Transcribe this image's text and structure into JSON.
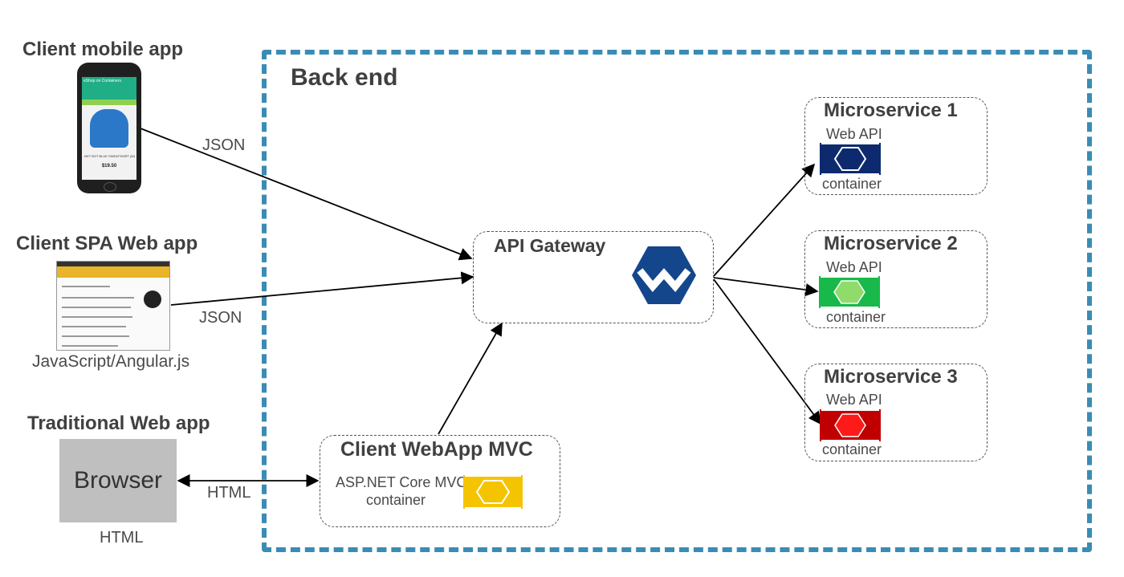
{
  "backend": {
    "title": "Back end"
  },
  "clients": {
    "mobile": {
      "title": "Client mobile app",
      "screen_header": "eShop on Containers",
      "product_name": ".NET BOT BLUE SWEATSHIRT (M)",
      "price": "$19.50"
    },
    "spa": {
      "title": "Client SPA Web app",
      "caption": "JavaScript/Angular.js"
    },
    "traditional": {
      "title": "Traditional Web app",
      "browser_label": "Browser",
      "caption": "HTML"
    }
  },
  "edges": {
    "json_mobile": "JSON",
    "json_spa": "JSON",
    "html_browser": "HTML"
  },
  "gateway": {
    "title": "API Gateway"
  },
  "mvc": {
    "title": "Client WebApp MVC",
    "line1": "ASP.NET Core MVC",
    "line2": "container"
  },
  "microservices": [
    {
      "title": "Microservice 1",
      "webapi": "Web API",
      "container": "container",
      "color": "#0d2a6e",
      "hex_color": "#0d2a6e"
    },
    {
      "title": "Microservice 2",
      "webapi": "Web API",
      "container": "container",
      "color": "#19b84a",
      "hex_color": "#8fdc6a"
    },
    {
      "title": "Microservice 3",
      "webapi": "Web API",
      "container": "container",
      "color": "#c00000",
      "hex_color": "#ff1a1a"
    }
  ],
  "colors": {
    "backend_border": "#3a8cb4",
    "mvc_container": "#f5c400",
    "gateway_icon": "#14468c"
  },
  "icons": {
    "gateway": "gateway-logo-icon",
    "container": "container-hexagon-icon"
  }
}
